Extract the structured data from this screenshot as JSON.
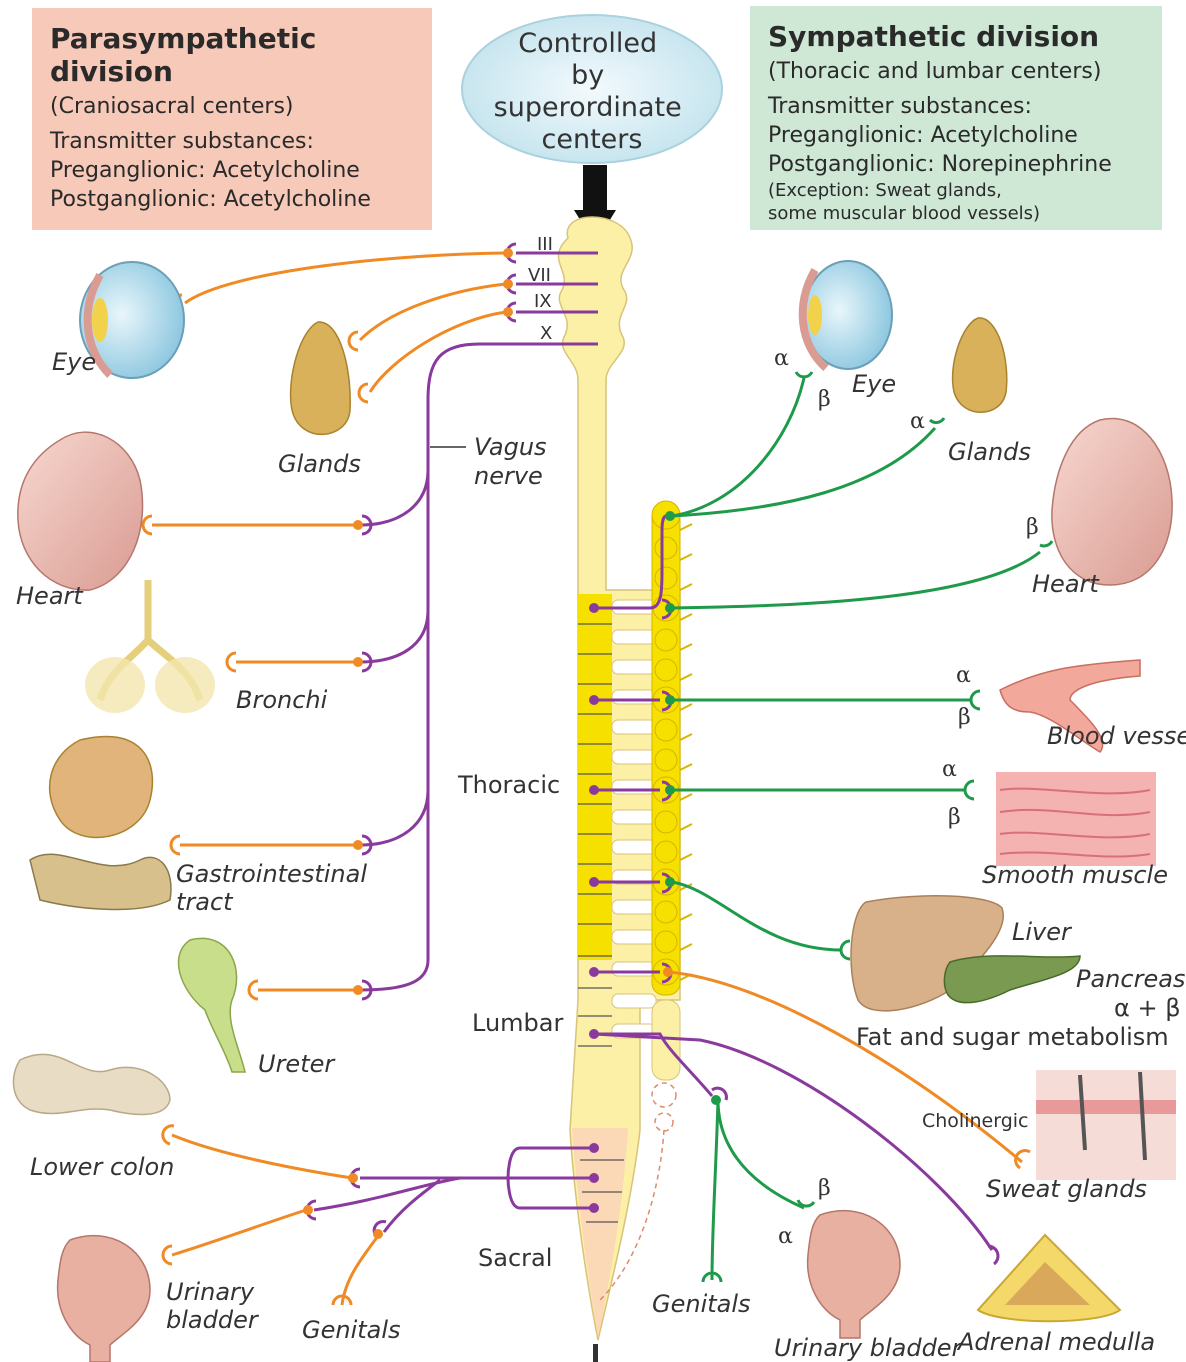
{
  "parasympathetic": {
    "title": "Parasympathetic division",
    "subtitle": "(Craniosacral centers)",
    "transmitter_heading": "Transmitter substances:",
    "preganglionic": "Preganglionic: Acetylcholine",
    "postganglionic": "Postganglionic: Acetylcholine"
  },
  "sympathetic": {
    "title": "Sympathetic division",
    "subtitle": "(Thoracic and lumbar centers)",
    "transmitter_heading": "Transmitter substances:",
    "preganglionic": "Preganglionic: Acetylcholine",
    "postganglionic": "Postganglionic: Norepinephrine",
    "exception_1": "(Exception: Sweat glands,",
    "exception_2": "some muscular blood vessels)"
  },
  "control": [
    "Controlled",
    "by",
    "superordinate",
    "centers"
  ],
  "cranial_nerves": [
    "III",
    "VII",
    "IX",
    "X"
  ],
  "vagus": [
    "Vagus",
    "nerve"
  ],
  "segments": {
    "thoracic": "Thoracic",
    "lumbar": "Lumbar",
    "sacral": "Sacral"
  },
  "left_organs": {
    "eye": "Eye",
    "glands": "Glands",
    "heart": "Heart",
    "bronchi": "Bronchi",
    "gi_1": "Gastrointestinal",
    "gi_2": "tract",
    "ureter": "Ureter",
    "lower_colon": "Lower colon",
    "urinary_1": "Urinary",
    "urinary_2": "bladder",
    "genitals": "Genitals"
  },
  "right_organs": {
    "eye": "Eye",
    "glands": "Glands",
    "heart": "Heart",
    "blood_vessels": "Blood vessels",
    "smooth_muscle": "Smooth muscle",
    "liver": "Liver",
    "pancreas": "Pancreas",
    "alpha_beta": "α + β",
    "metabolism": "Fat and sugar metabolism",
    "cholinergic": "Cholinergic",
    "sweat_glands": "Sweat glands",
    "genitals": "Genitals",
    "urinary_bladder": "Urinary bladder",
    "adrenal_medulla": "Adrenal medulla"
  },
  "receptors": {
    "alpha": "α",
    "beta": "β"
  },
  "colors": {
    "parasympathetic_post": "#f08a24",
    "preganglionic": "#8a3a9c",
    "sympathetic_post": "#1f9a4a",
    "cord": "#fbf0a6",
    "cord_active": "#f5e000"
  }
}
